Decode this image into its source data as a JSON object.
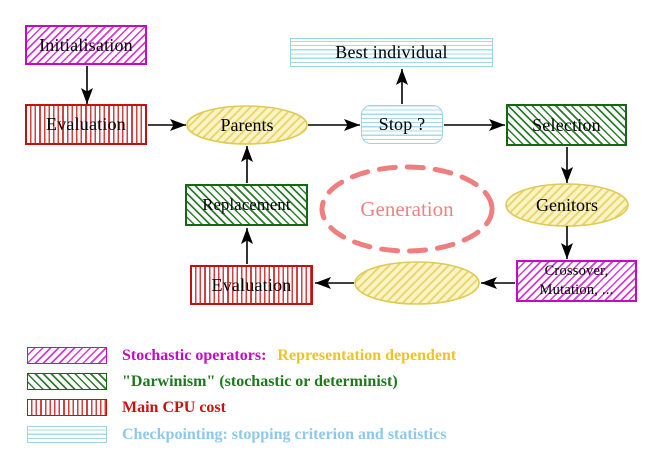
{
  "nodes": {
    "initialisation": "Initialisation",
    "evaluation_top": "Evaluation",
    "best_individual": "Best individual",
    "parents": "Parents",
    "stop": "Stop ?",
    "selection": "Selection",
    "replacement": "Replacement",
    "generation": "Generation",
    "genitors": "Genitors",
    "evaluation_bottom": "Evaluation",
    "crossover_line1": "Crossover,",
    "crossover_line2": "Mutation, ..."
  },
  "edges": [
    {
      "from": "initialisation",
      "to": "evaluation_top"
    },
    {
      "from": "evaluation_top",
      "to": "parents"
    },
    {
      "from": "parents",
      "to": "stop"
    },
    {
      "from": "stop",
      "to": "best_individual"
    },
    {
      "from": "stop",
      "to": "selection"
    },
    {
      "from": "selection",
      "to": "genitors"
    },
    {
      "from": "genitors",
      "to": "crossover"
    },
    {
      "from": "crossover",
      "to": "offspring"
    },
    {
      "from": "offspring",
      "to": "evaluation_bottom"
    },
    {
      "from": "evaluation_bottom",
      "to": "replacement"
    },
    {
      "from": "replacement",
      "to": "parents"
    }
  ],
  "legend": {
    "row1": {
      "text_primary": "Stochastic operators:",
      "text_secondary": "Representation dependent"
    },
    "row2": {
      "text": "\"Darwinism\" (stochastic or determinist)"
    },
    "row3": {
      "text": "Main CPU cost"
    },
    "row4": {
      "text": "Checkpointing: stopping criterion and statistics"
    }
  },
  "colors": {
    "magenta": "#c40ac4",
    "green": "#1c7a1c",
    "red": "#cc1111",
    "gold": "#edc427",
    "light_blue": "#8ec9e9",
    "salmon": "#ef7f7f",
    "yellow_border": "#dfca58",
    "arrow_black": "#000000"
  }
}
